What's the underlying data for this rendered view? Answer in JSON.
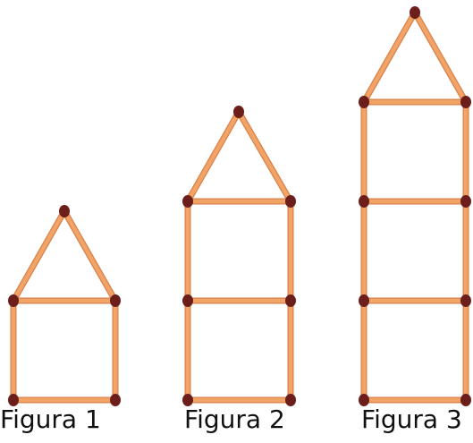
{
  "figures": [
    {
      "label": "Figura 1",
      "squares": 1
    },
    {
      "label": "Figura 2",
      "squares": 2
    },
    {
      "label": "Figura 3",
      "squares": 3
    }
  ],
  "colors": {
    "match_body": "#f2a366",
    "match_edge": "#d9814a",
    "match_head": "#6b1e1a",
    "background": "#ffffff"
  }
}
